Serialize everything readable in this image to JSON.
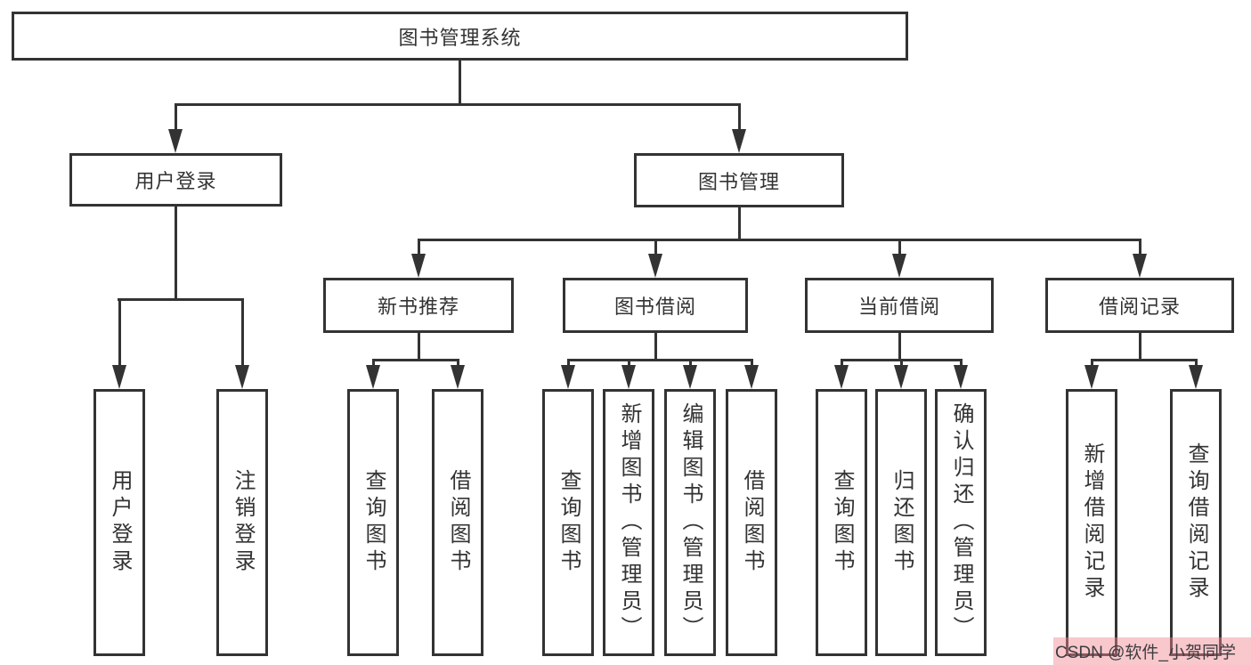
{
  "diagram": {
    "title": "图书管理系统",
    "nodes": {
      "root": "图书管理系统",
      "user_login": "用户登录",
      "book_mgmt": "图书管理",
      "new_books": "新书推荐",
      "book_borrow": "图书借阅",
      "current_borrow": "当前借阅",
      "borrow_records": "借阅记录",
      "leaf_user_login": "用户登录",
      "leaf_logout": "注销登录",
      "leaf_nb_query": "查询图书",
      "leaf_nb_borrow": "借阅图书",
      "leaf_bb_query": "查询图书",
      "leaf_bb_add": "新增图书（管理员）",
      "leaf_bb_edit": "编辑图书（管理员）",
      "leaf_bb_borrow": "借阅图书",
      "leaf_cb_query": "查询图书",
      "leaf_cb_return": "归还图书",
      "leaf_cb_confirm": "确认归还（管理员）",
      "leaf_br_add": "新增借阅记录",
      "leaf_br_query": "查询借阅记录"
    }
  },
  "watermark": {
    "text": "CSDN @软件_小贺同学"
  },
  "colors": {
    "line": "#333333",
    "text": "#333333",
    "node_background": "#ffffff",
    "watermark_background": "#f8c8cd",
    "watermark_text": "#3d3d40"
  }
}
